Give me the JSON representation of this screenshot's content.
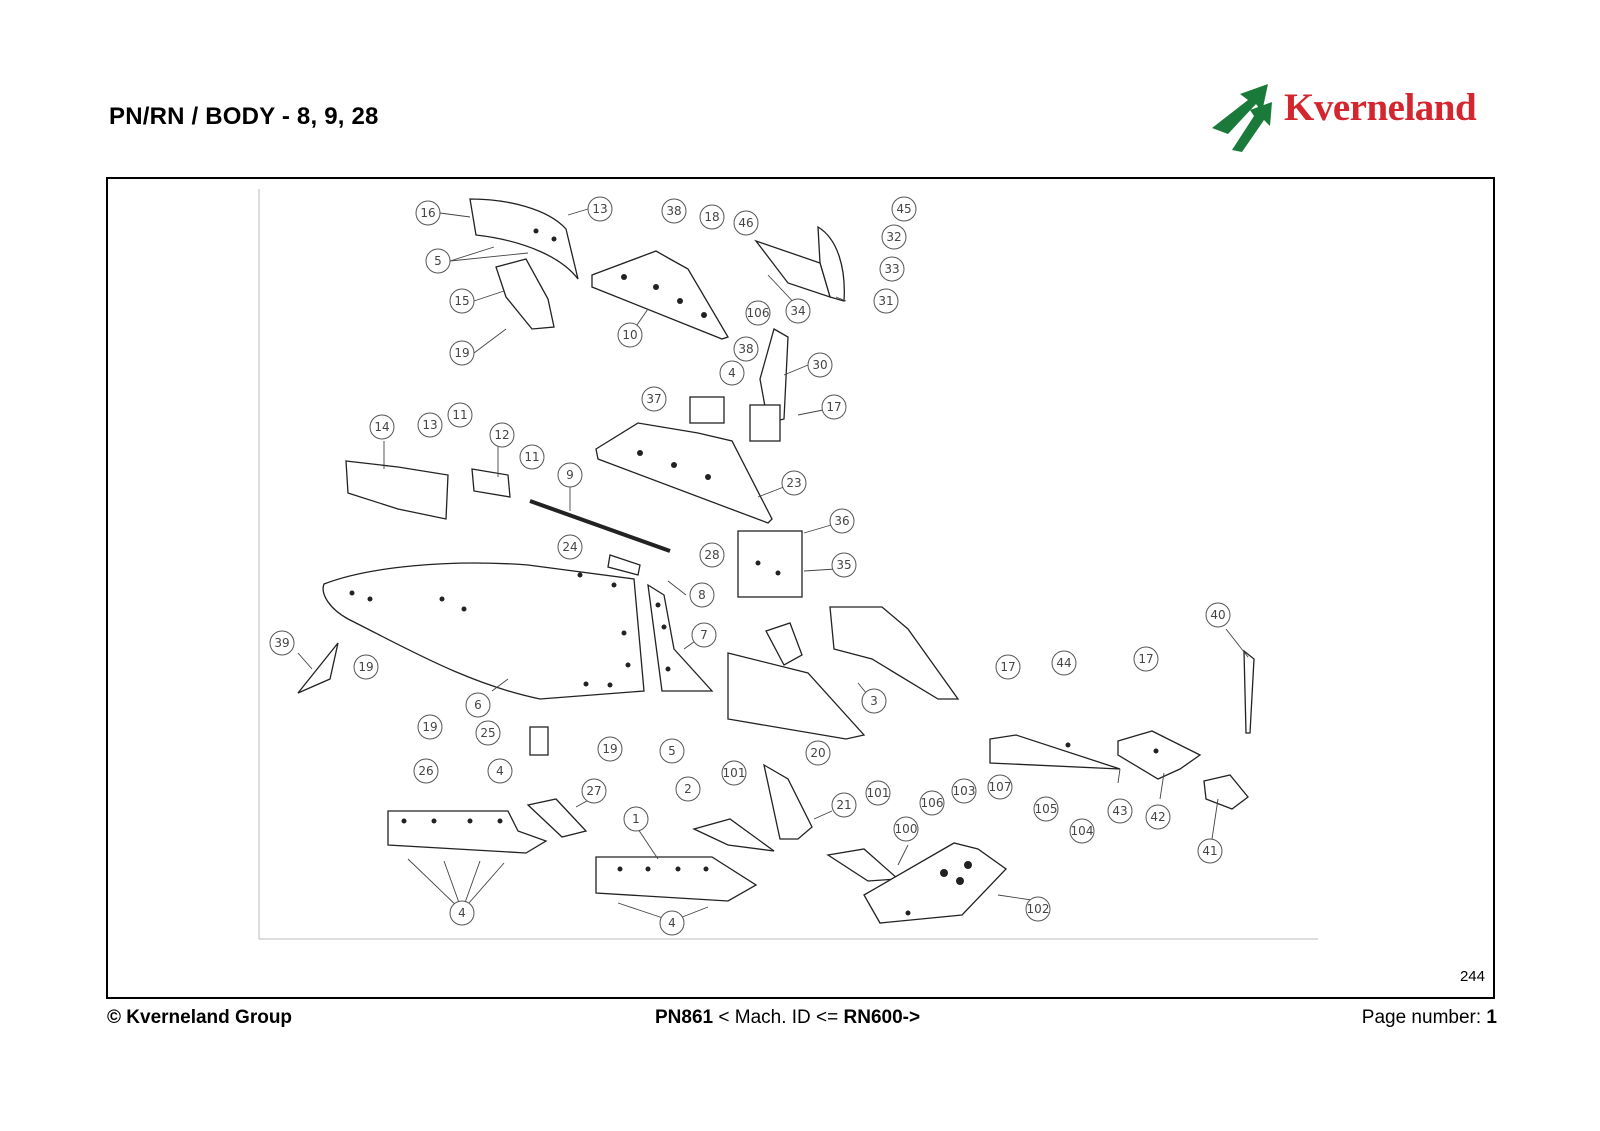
{
  "header": {
    "title": "PN/RN / BODY - 8, 9, 28",
    "logo_text": "Kverneland",
    "logo_color": "#d4262e",
    "logo_mark_color": "#1a7a3a"
  },
  "drawing": {
    "figure_number": "244",
    "callouts": [
      "16",
      "13",
      "5",
      "15",
      "19",
      "38",
      "18",
      "46",
      "10",
      "106",
      "38",
      "45",
      "32",
      "33",
      "34",
      "31",
      "30",
      "4",
      "37",
      "17",
      "14",
      "13",
      "11",
      "12",
      "11",
      "9",
      "23",
      "36",
      "35",
      "24",
      "28",
      "8",
      "7",
      "39",
      "19",
      "6",
      "19",
      "25",
      "19",
      "5",
      "3",
      "40",
      "17",
      "44",
      "17",
      "26",
      "4",
      "27",
      "2",
      "101",
      "20",
      "21",
      "101",
      "106",
      "103",
      "107",
      "105",
      "104",
      "1",
      "100",
      "43",
      "42",
      "41",
      "102",
      "4",
      "4"
    ]
  },
  "footer": {
    "copyright": "© Kverneland Group",
    "machine_code": "PN861",
    "machine_text": " < Mach. ID <= ",
    "machine_id": "RN600->",
    "page_label": "Page number: ",
    "page_number": "1"
  }
}
